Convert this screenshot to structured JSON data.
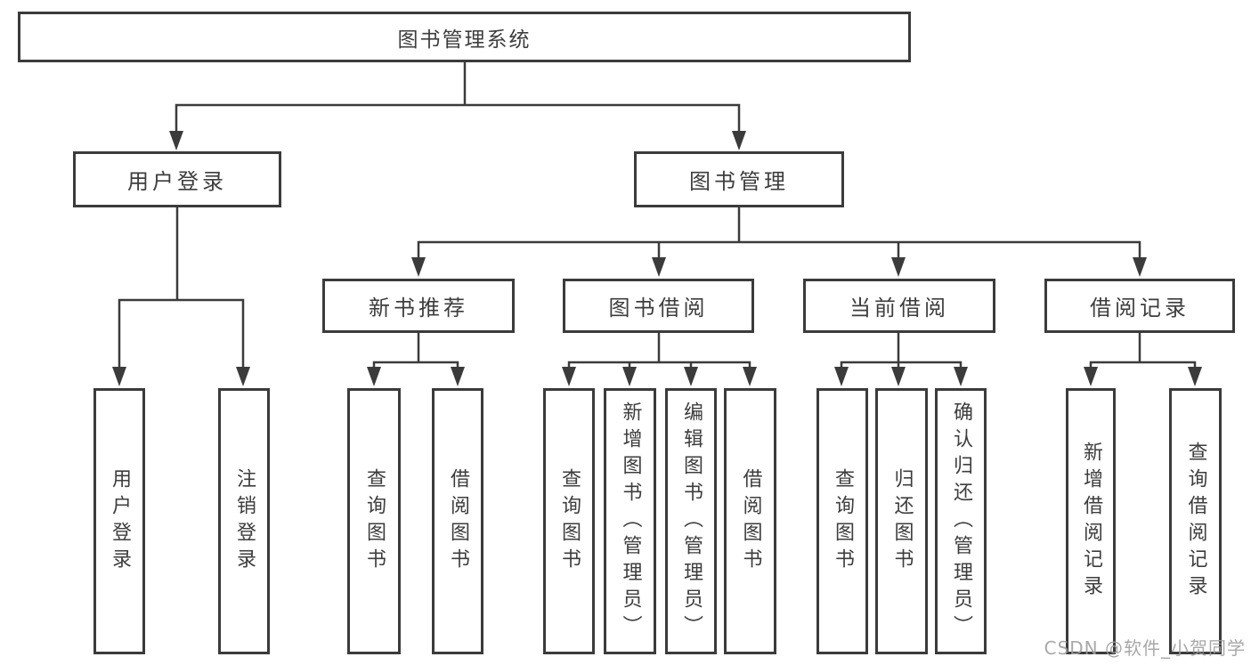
{
  "root_label": "图书管理系统",
  "branches": [
    {
      "label": "用户登录",
      "children": [
        "用户登录",
        "注销登录"
      ]
    },
    {
      "label": "图书管理",
      "sections": [
        {
          "label": "新书推荐",
          "children": [
            "查询图书",
            "借阅图书"
          ]
        },
        {
          "label": "图书借阅",
          "children": [
            "查询图书",
            "新增图书（管理员）",
            "编辑图书（管理员）",
            "借阅图书"
          ]
        },
        {
          "label": "当前借阅",
          "children": [
            "查询图书",
            "归还图书",
            "确认归还（管理员）"
          ]
        },
        {
          "label": "借阅记录",
          "children": [
            "新增借阅记录",
            "查询借阅记录"
          ]
        }
      ]
    }
  ],
  "watermark": "CSDN @软件_小贺同学",
  "colors": {
    "line": "#3b3b3b",
    "box_border": "#3b3b3b",
    "text": "#3d3d3d",
    "watermark_text": "#9e9e9e",
    "background": "#ffffff"
  }
}
